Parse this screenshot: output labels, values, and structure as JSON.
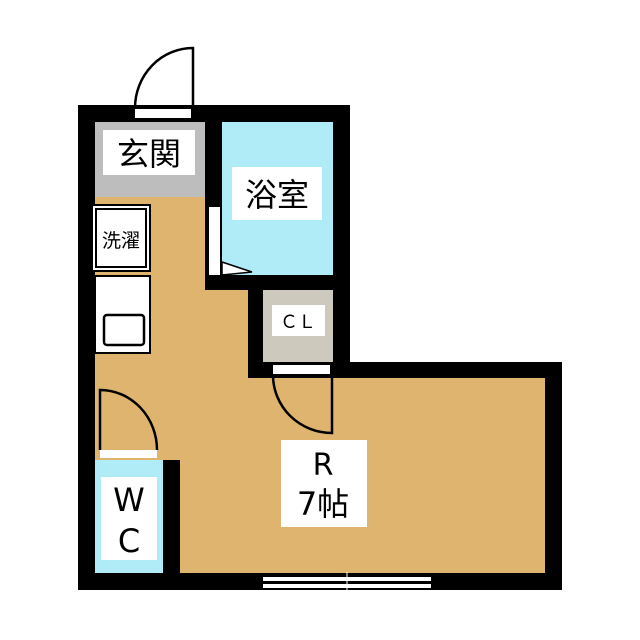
{
  "rooms": {
    "entrance": "玄関",
    "bath": "浴室",
    "closet": "ＣＬ",
    "laundry": "洗濯",
    "room_name": "R",
    "room_size": "7帖",
    "wc_line1": "W",
    "wc_line2": "C"
  },
  "colors": {
    "wall": "#000000",
    "floor": "#deb46e",
    "entrance": "#bdbdbd",
    "bath": "#b0ecf8",
    "closet": "#cdc9bd",
    "wc": "#b0ecf8"
  }
}
